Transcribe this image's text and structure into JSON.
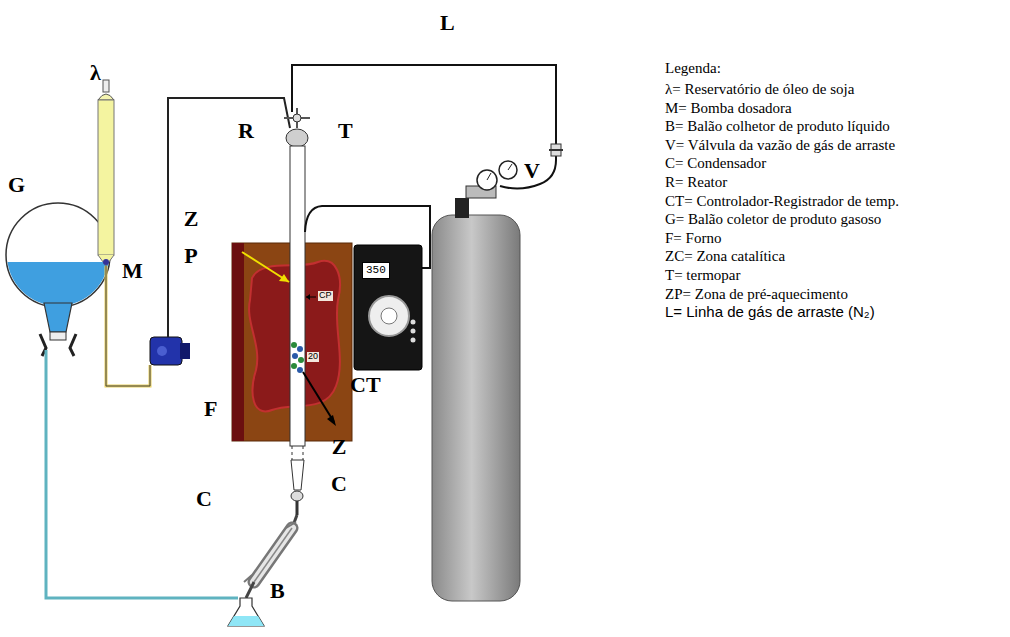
{
  "diagram": {
    "nodes": [
      {
        "text": [
          "350"
        ]
      }
    ],
    "labels": [
      "L",
      "λ",
      "R",
      "T",
      "V",
      "G",
      "Z P",
      "M",
      "F",
      "CT",
      "Z C",
      "C",
      "B",
      "CP",
      "20",
      "Legenda:"
    ],
    "legend": [
      {
        "text": "λ= Reservatório de óleo de soja"
      },
      {
        "text": "M= Bomba dosadora"
      },
      {
        "text": "B= Balão colhetor de produto líquido"
      },
      {
        "text": "V= Válvula da vazão de gás de arraste"
      },
      {
        "text": "C= Condensador"
      },
      {
        "text": "R= Reator"
      },
      {
        "text": "CT= Controlador-Registrador de temp."
      },
      {
        "text": "G= Balão coletor de produto gasoso"
      },
      {
        "text": "F= Forno"
      },
      {
        "text": "ZC= Zona catalítica"
      },
      {
        "text": "T= termopar"
      },
      {
        "text": "ZP= Zona de pré-aquecimento"
      },
      {
        "text": "L= Linha de gás de arraste (N₂)"
      }
    ]
  }
}
